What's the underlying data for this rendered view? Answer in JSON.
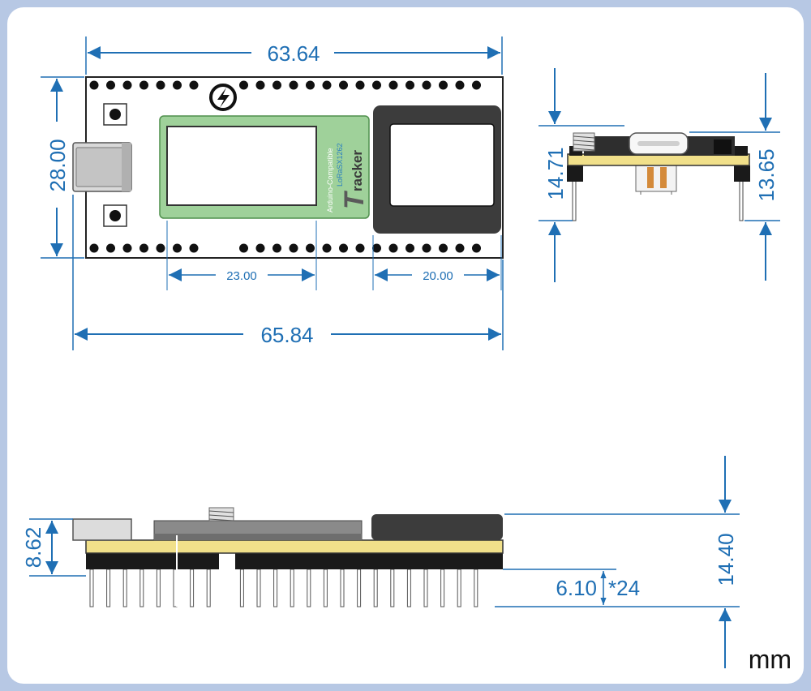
{
  "dimensions": {
    "top_length": "63.64",
    "overall_length": "65.84",
    "board_width": "28.00",
    "lcd_width": "23.00",
    "module_width": "20.00",
    "side_height_left": "14.71",
    "side_height_right": "13.65",
    "front_height_left": "8.62",
    "front_height_right": "14.40",
    "pin_length": "6.10",
    "pin_count": "*24"
  },
  "board_labels": {
    "compat": "Arduino-Compatible",
    "chip": "LoRaSX1262",
    "brand_initial": "T",
    "brand_rest": "racker"
  },
  "unit": "mm",
  "colors": {
    "dimension": "#1f6fb4",
    "pcb_yellow": "#f1e08a",
    "lcd_green": "#9fd19a",
    "module_dark": "#3c3c3c"
  }
}
